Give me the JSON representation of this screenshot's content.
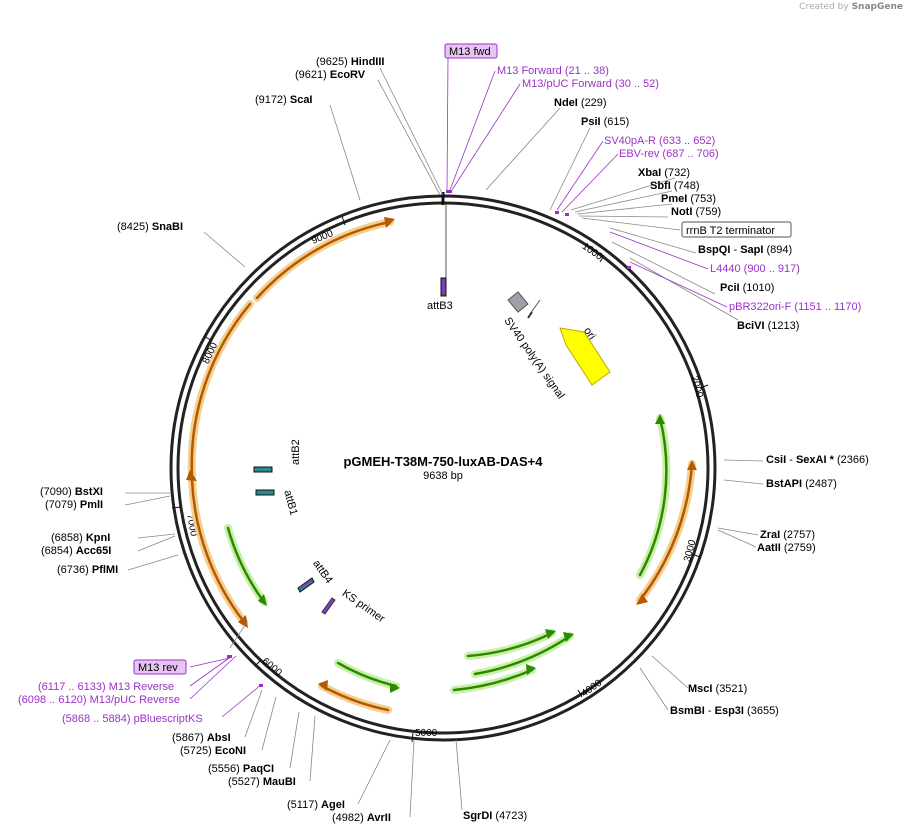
{
  "header": {
    "credit_prefix": "Created by",
    "credit_brand": "SnapGene"
  },
  "plasmid": {
    "name": "pGMEH-T38M-750-luxAB-DAS+4",
    "size_label": "9638 bp",
    "length": 9638
  },
  "colors": {
    "enzyme_text": "#000000",
    "primer_text": "#9b30c8",
    "primer_box_fill": "#e8c4f5",
    "green_feature": "#2d8a00",
    "green_glow": "#c8f0a8",
    "orange_feature": "#b35900",
    "orange_glow": "#f5cf8f",
    "ori_fill": "#ffff00",
    "backbone": "#222222"
  },
  "scale_ticks": [
    "1000",
    "2000",
    "3000",
    "4000",
    "5000",
    "6000",
    "7000",
    "8000",
    "9000"
  ],
  "enzymes": [
    {
      "name": "HindIII",
      "pos": "(9625)"
    },
    {
      "name": "EcoRV",
      "pos": "(9621)"
    },
    {
      "name": "ScaI",
      "pos": "(9172)"
    },
    {
      "name": "NdeI",
      "pos": "(229)"
    },
    {
      "name": "PsiI",
      "pos": "(615)"
    },
    {
      "name": "XbaI",
      "pos": "(732)"
    },
    {
      "name": "SbfI",
      "pos": "(748)"
    },
    {
      "name": "PmeI",
      "pos": "(753)"
    },
    {
      "name": "NotI",
      "pos": "(759)"
    },
    {
      "name": "BspQI",
      "name2": "SapI",
      "pos": "(894)"
    },
    {
      "name": "PciI",
      "pos": "(1010)"
    },
    {
      "name": "BciVI",
      "pos": "(1213)"
    },
    {
      "name": "SnaBI",
      "pos": "(8425)"
    },
    {
      "name": "CsiI",
      "name2": "SexAI *",
      "pos": "(2366)"
    },
    {
      "name": "BstAPI",
      "pos": "(2487)"
    },
    {
      "name": "ZraI",
      "pos": "(2757)"
    },
    {
      "name": "AatII",
      "pos": "(2759)"
    },
    {
      "name": "BstXI",
      "pos": "(7090)"
    },
    {
      "name": "PmlI",
      "pos": "(7079)"
    },
    {
      "name": "KpnI",
      "pos": "(6858)"
    },
    {
      "name": "Acc65I",
      "pos": "(6854)"
    },
    {
      "name": "PflMI",
      "pos": "(6736)"
    },
    {
      "name": "MscI",
      "pos": "(3521)"
    },
    {
      "name": "BsmBI",
      "name2": "Esp3I",
      "pos": "(3655)"
    },
    {
      "name": "AbsI",
      "pos": "(5867)"
    },
    {
      "name": "EcoNI",
      "pos": "(5725)"
    },
    {
      "name": "PaqCI",
      "pos": "(5556)"
    },
    {
      "name": "MauBI",
      "pos": "(5527)"
    },
    {
      "name": "AgeI",
      "pos": "(5117)"
    },
    {
      "name": "AvrII",
      "pos": "(4982)"
    },
    {
      "name": "SgrDI",
      "pos": "(4723)"
    }
  ],
  "primer_sites": [
    {
      "name": "M13 Forward",
      "range": "(21 .. 38)"
    },
    {
      "name": "M13/pUC Forward",
      "range": "(30 .. 52)"
    },
    {
      "name": "SV40pA-R",
      "range": "(633 .. 652)"
    },
    {
      "name": "EBV-rev",
      "range": "(687 .. 706)"
    },
    {
      "name": "L4440",
      "range": "(900 .. 917)"
    },
    {
      "name": "pBR322ori-F",
      "range": "(1151 .. 1170)"
    },
    {
      "name": "M13 Reverse",
      "range": "(6117 .. 6133)"
    },
    {
      "name": "M13/pUC Reverse",
      "range": "(6098 .. 6120)"
    },
    {
      "name": "pBluescriptKS",
      "range": "(5868 .. 5884)"
    }
  ],
  "boxed_labels": {
    "m13_fwd": "M13 fwd",
    "m13_rev": "M13 rev",
    "terminator": "rrnB T2 terminator"
  },
  "features": {
    "attB3": "attB3",
    "attB2": "attB2",
    "attB1": "attB1",
    "attB4": "attB4",
    "ks_primer": "KS primer",
    "sv40": "SV40 poly(A) signal",
    "ori": "ori"
  }
}
